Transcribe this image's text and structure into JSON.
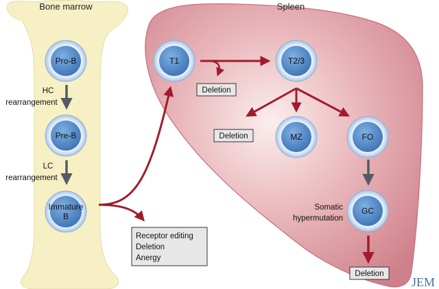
{
  "titles": {
    "bone_marrow": "Bone marrow",
    "spleen": "Spleen"
  },
  "cells": {
    "pro_b": "Pro-B",
    "pre_b": "Pre-B",
    "immature_b_line1": "Immature",
    "immature_b_line2": "B",
    "t1": "T1",
    "t2_3": "T2/3",
    "mz": "MZ",
    "fo": "FO",
    "gc": "GC"
  },
  "labels": {
    "hc_line1": "HC",
    "hc_line2": "rearrangement",
    "lc_line1": "LC",
    "lc_line2": "rearrangement",
    "somatic_line1": "Somatic",
    "somatic_line2": "hypermutation"
  },
  "boxes": {
    "deletion_t1": "Deletion",
    "deletion_t23": "Deletion",
    "deletion_gc": "Deletion",
    "tolerance_line1": "Receptor editing",
    "tolerance_line2": "Deletion",
    "tolerance_line3": "Anergy"
  },
  "logo": "JEM",
  "colors": {
    "bone": "#f7f0c4",
    "spleen": "#d98e98",
    "cell_fill": "#4f86c6",
    "cell_ring": "#cfe2f5",
    "red_arrow": "#a01c2c",
    "gray_arrow": "#555b63",
    "box_fill": "#e7e7e7"
  }
}
